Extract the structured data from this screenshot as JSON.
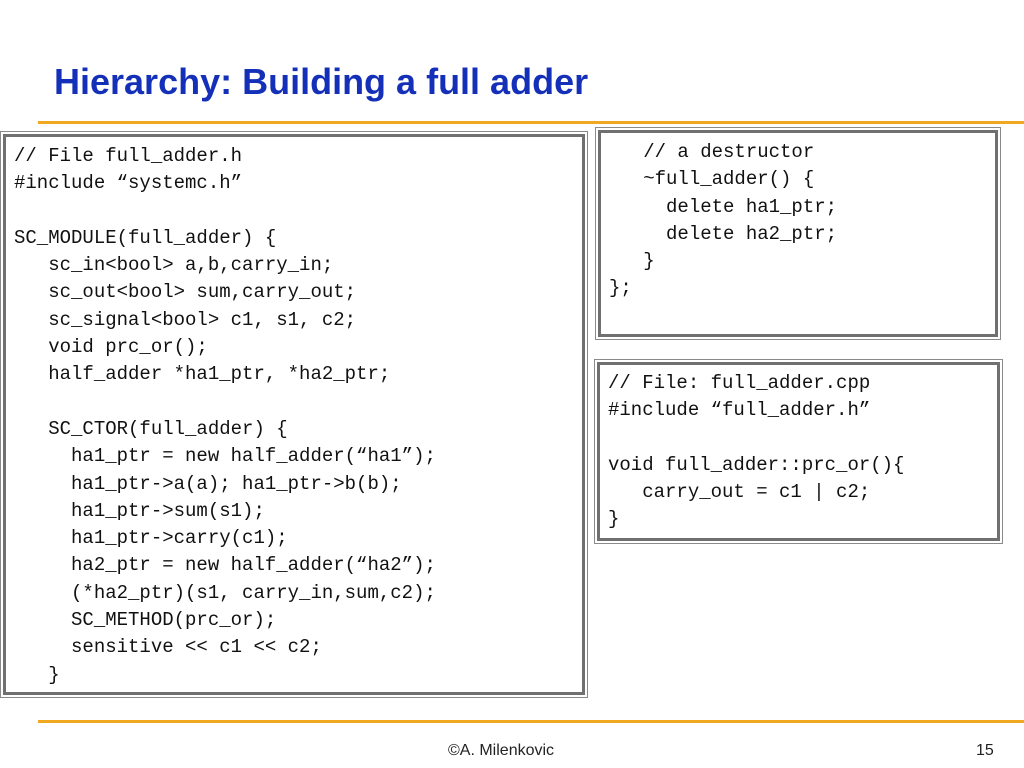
{
  "slide": {
    "title": "Hierarchy: Building a full adder",
    "page_number": "15",
    "footer": "©A. Milenkovic"
  },
  "code_blocks": {
    "header": {
      "lines": [
        "// File full_adder.h",
        "#include “systemc.h”",
        "",
        "SC_MODULE(full_adder) {",
        "   sc_in<bool> a,b,carry_in;",
        "   sc_out<bool> sum,carry_out;",
        "   sc_signal<bool> c1, s1, c2;",
        "   void prc_or();",
        "   half_adder *ha1_ptr, *ha2_ptr;",
        "",
        "   SC_CTOR(full_adder) {",
        "     ha1_ptr = new half_adder(“ha1”);",
        "     ha1_ptr->a(a); ha1_ptr->b(b);",
        "     ha1_ptr->sum(s1);",
        "     ha1_ptr->carry(c1);",
        "     ha2_ptr = new half_adder(“ha2”);",
        "     (*ha2_ptr)(s1, carry_in,sum,c2);",
        "     SC_METHOD(prc_or);",
        "     sensitive << c1 << c2;",
        "   }"
      ]
    },
    "destructor": {
      "lines": [
        "   // a destructor",
        "   ~full_adder() {",
        "     delete ha1_ptr;",
        "     delete ha2_ptr;",
        "   }",
        "};"
      ]
    },
    "implementation": {
      "lines": [
        "// File: full_adder.cpp",
        "#include “full_adder.h”",
        "",
        "void full_adder::prc_or(){",
        "   carry_out = c1 | c2;",
        "}"
      ]
    }
  },
  "colors": {
    "title": "#1530b8",
    "rule": "#f0a820",
    "box_border": "#707070"
  }
}
